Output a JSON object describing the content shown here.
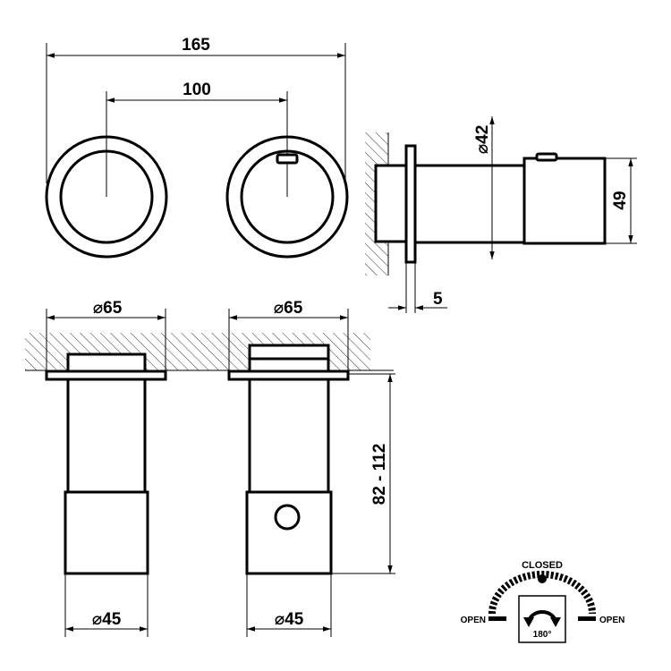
{
  "dimensions": {
    "overall_width": "165",
    "handle_spacing": "100",
    "front_diameter": "42",
    "body_height": "49",
    "plate_thickness": "5",
    "plate_left_diameter": "65",
    "plate_right_diameter": "65",
    "depth_range": "82 - 112",
    "handle_left_diameter": "45",
    "handle_right_diameter": "45",
    "diameter_symbol": "⌀"
  },
  "rotation_legend": {
    "closed_label": "CLOSED",
    "open_left_label": "OPEN",
    "open_right_label": "OPEN",
    "rotation_angle": "180°"
  },
  "colors": {
    "line": "#000000",
    "background": "#ffffff"
  }
}
